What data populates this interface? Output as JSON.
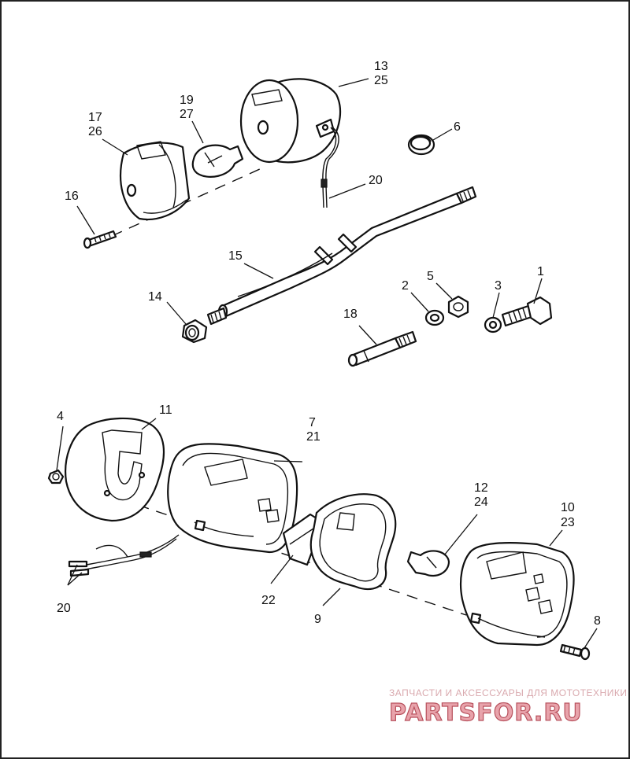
{
  "callouts": {
    "c1": "1",
    "c2": "2",
    "c3": "3",
    "c4": "4",
    "c5": "5",
    "c6": "6",
    "c7": "7",
    "c8": "8",
    "c9": "9",
    "c10": "10",
    "c11": "11",
    "c12": "12",
    "c13": "13",
    "c14": "14",
    "c15": "15",
    "c16": "16",
    "c17": "17",
    "c18": "18",
    "c19": "19",
    "c20a": "20",
    "c20b": "20",
    "c21": "21",
    "c22": "22",
    "c23": "23",
    "c24": "24",
    "c25": "25",
    "c26": "26",
    "c27": "27"
  },
  "watermark": {
    "tagline": "ЗАПЧАСТИ И АКСЕССУАРЫ ДЛЯ МОТОТЕХНИКИ",
    "brand": "PARTSFOR.RU"
  }
}
